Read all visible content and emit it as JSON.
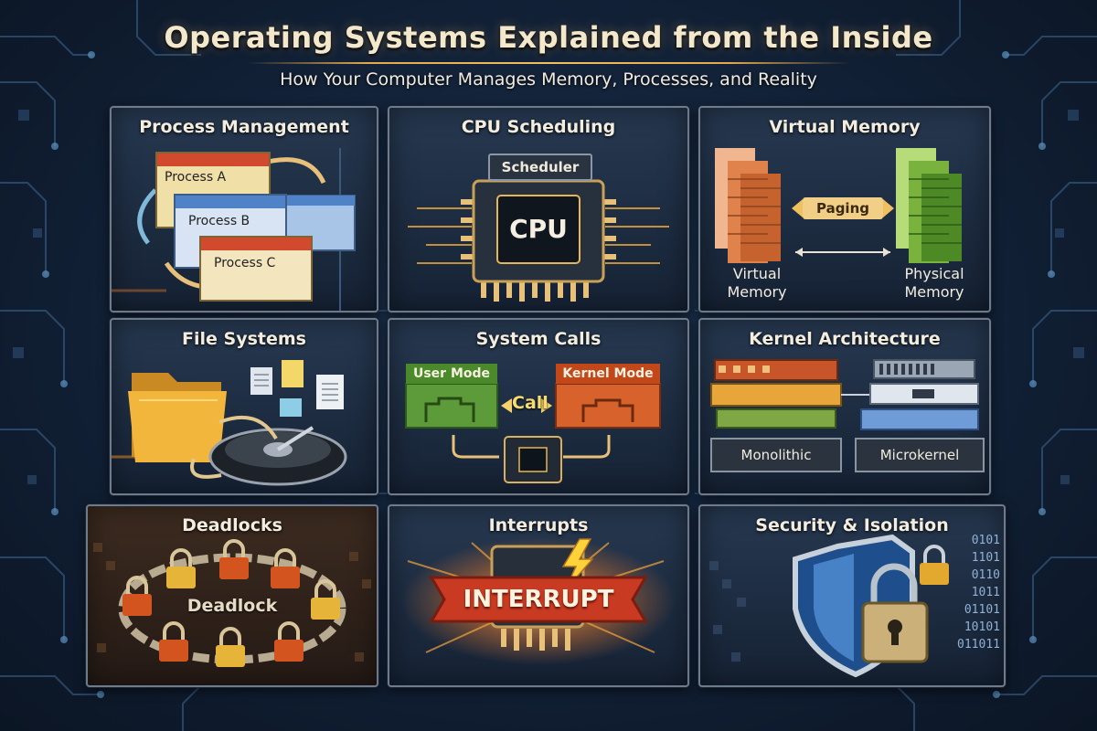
{
  "header": {
    "title": "Operating Systems Explained from the Inside",
    "subtitle": "How Your Computer Manages Memory, Processes, and Reality"
  },
  "colors": {
    "background": "#13233a",
    "panel_border": "#6d7b8d",
    "accent_orange": "#e0782f",
    "accent_gold": "#f0c060",
    "accent_green": "#5f9a3a",
    "accent_red": "#c0392b",
    "accent_blue": "#2f7fd6"
  },
  "panels": {
    "process_management": {
      "title": "Process Management",
      "windows": [
        "Process A",
        "Process B",
        "Process C"
      ]
    },
    "cpu_scheduling": {
      "title": "CPU Scheduling",
      "scheduler_label": "Scheduler",
      "chip_label": "CPU"
    },
    "virtual_memory": {
      "title": "Virtual Memory",
      "paging_label": "Paging",
      "left_label": "Virtual Memory",
      "right_label": "Physical Memory"
    },
    "file_systems": {
      "title": "File Systems",
      "icons": [
        "folder-icon",
        "document-icon",
        "disk-icon"
      ]
    },
    "system_calls": {
      "title": "System Calls",
      "user_mode": "User Mode",
      "kernel_mode": "Kernel Mode",
      "call_label": "Call"
    },
    "kernel_architecture": {
      "title": "Kernel Architecture",
      "left_label": "Monolithic",
      "right_label": "Microkernel"
    },
    "deadlocks": {
      "title": "Deadlocks",
      "center_label": "Deadlock"
    },
    "interrupts": {
      "title": "Interrupts",
      "banner_label": "INTERRUPT"
    },
    "security_isolation": {
      "title": "Security & Isolation",
      "binary_lines": [
        "0101",
        "1101",
        "0110",
        "1011",
        "01101",
        "10101",
        "011011"
      ]
    }
  }
}
